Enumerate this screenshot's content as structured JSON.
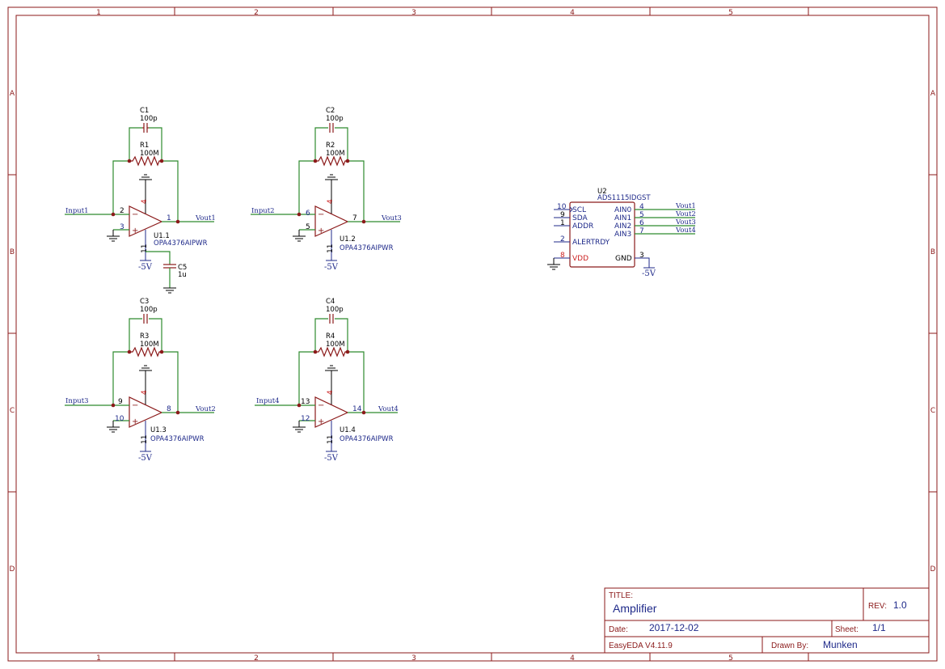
{
  "zones": {
    "cols": [
      "1",
      "2",
      "3",
      "4",
      "5"
    ],
    "rows": [
      "A",
      "B",
      "C",
      "D"
    ]
  },
  "opamps": [
    {
      "ref": "U1.1",
      "part": "OPA4376AIPWR",
      "cap_ref": "C1",
      "cap_val": "100p",
      "res_ref": "R1",
      "res_val": "100M",
      "pin_inv": "2",
      "pin_noninv": "3",
      "pin_out": "1",
      "pin_vpos": "4",
      "pin_vneg": "11",
      "input_net": "Input1",
      "output_net": "Vout1",
      "supply": "-5V"
    },
    {
      "ref": "U1.2",
      "part": "OPA4376AIPWR",
      "cap_ref": "C2",
      "cap_val": "100p",
      "res_ref": "R2",
      "res_val": "100M",
      "pin_inv": "6",
      "pin_noninv": "5",
      "pin_out": "7",
      "pin_vpos": "4",
      "pin_vneg": "11",
      "input_net": "Input2",
      "output_net": "Vout3",
      "supply": "-5V"
    },
    {
      "ref": "U1.3",
      "part": "OPA4376AIPWR",
      "cap_ref": "C3",
      "cap_val": "100p",
      "res_ref": "R3",
      "res_val": "100M",
      "pin_inv": "9",
      "pin_noninv": "10",
      "pin_out": "8",
      "pin_vpos": "4",
      "pin_vneg": "11",
      "input_net": "Input3",
      "output_net": "Vout2",
      "supply": "-5V"
    },
    {
      "ref": "U1.4",
      "part": "OPA4376AIPWR",
      "cap_ref": "C4",
      "cap_val": "100p",
      "res_ref": "R4",
      "res_val": "100M",
      "pin_inv": "13",
      "pin_noninv": "12",
      "pin_out": "14",
      "pin_vpos": "4",
      "pin_vneg": "11",
      "input_net": "Input4",
      "output_net": "Vout4",
      "supply": "-5V"
    }
  ],
  "c5": {
    "ref": "C5",
    "val": "1u"
  },
  "adc": {
    "ref": "U2",
    "part": "ADS1115IDGST",
    "left_pins": [
      {
        "num": "10",
        "name": "SCL"
      },
      {
        "num": "9",
        "name": "SDA"
      },
      {
        "num": "1",
        "name": "ADDR"
      },
      {
        "num": "2",
        "name": "ALERTRDY"
      },
      {
        "num": "8",
        "name": "VDD"
      }
    ],
    "right_pins": [
      {
        "num": "4",
        "name": "AIN0",
        "net": "Vout1"
      },
      {
        "num": "5",
        "name": "AIN1",
        "net": "Vout2"
      },
      {
        "num": "6",
        "name": "AIN2",
        "net": "Vout3"
      },
      {
        "num": "7",
        "name": "AIN3",
        "net": "Vout4"
      },
      {
        "num": "3",
        "name": "GND",
        "net": "-5V"
      }
    ]
  },
  "signs": {
    "minus": "−",
    "plus": "+"
  },
  "title_block": {
    "title_label": "TITLE:",
    "title": "Amplifier",
    "rev_label": "REV:",
    "rev": "1.0",
    "date_label": "Date:",
    "date": "2017-12-02",
    "sheet_label": "Sheet:",
    "sheet": "1/1",
    "tool": "EasyEDA V4.11.9",
    "drawn_label": "Drawn By:",
    "drawn_by": "Munken"
  }
}
